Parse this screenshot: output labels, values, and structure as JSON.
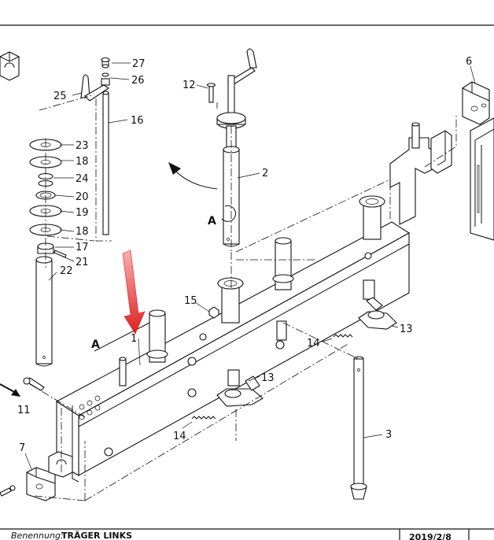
{
  "callouts": [
    {
      "id": "c1",
      "label": "1"
    },
    {
      "id": "c2",
      "label": "2"
    },
    {
      "id": "c3",
      "label": "3"
    },
    {
      "id": "c6",
      "label": "6"
    },
    {
      "id": "c7",
      "label": "7"
    },
    {
      "id": "c11",
      "label": "11"
    },
    {
      "id": "c12",
      "label": "12"
    },
    {
      "id": "c13a",
      "label": "13"
    },
    {
      "id": "c13b",
      "label": "13"
    },
    {
      "id": "c14a",
      "label": "14"
    },
    {
      "id": "c14b",
      "label": "14"
    },
    {
      "id": "c15",
      "label": "15"
    },
    {
      "id": "c16",
      "label": "16"
    },
    {
      "id": "c17",
      "label": "17"
    },
    {
      "id": "c18a",
      "label": "18"
    },
    {
      "id": "c18b",
      "label": "18"
    },
    {
      "id": "c19",
      "label": "19"
    },
    {
      "id": "c20",
      "label": "20"
    },
    {
      "id": "c21",
      "label": "21"
    },
    {
      "id": "c22",
      "label": "22"
    },
    {
      "id": "c23",
      "label": "23"
    },
    {
      "id": "c24",
      "label": "24"
    },
    {
      "id": "c25",
      "label": "25"
    },
    {
      "id": "c26",
      "label": "26"
    },
    {
      "id": "c27",
      "label": "27"
    }
  ],
  "view_marker": "A",
  "footer": {
    "designation_label": "Benennung:",
    "designation_value": "TRÄGER LINKS",
    "date": "2019/2/8"
  },
  "colors": {
    "highlight_arrow": "#e53030",
    "line": "#111111"
  }
}
